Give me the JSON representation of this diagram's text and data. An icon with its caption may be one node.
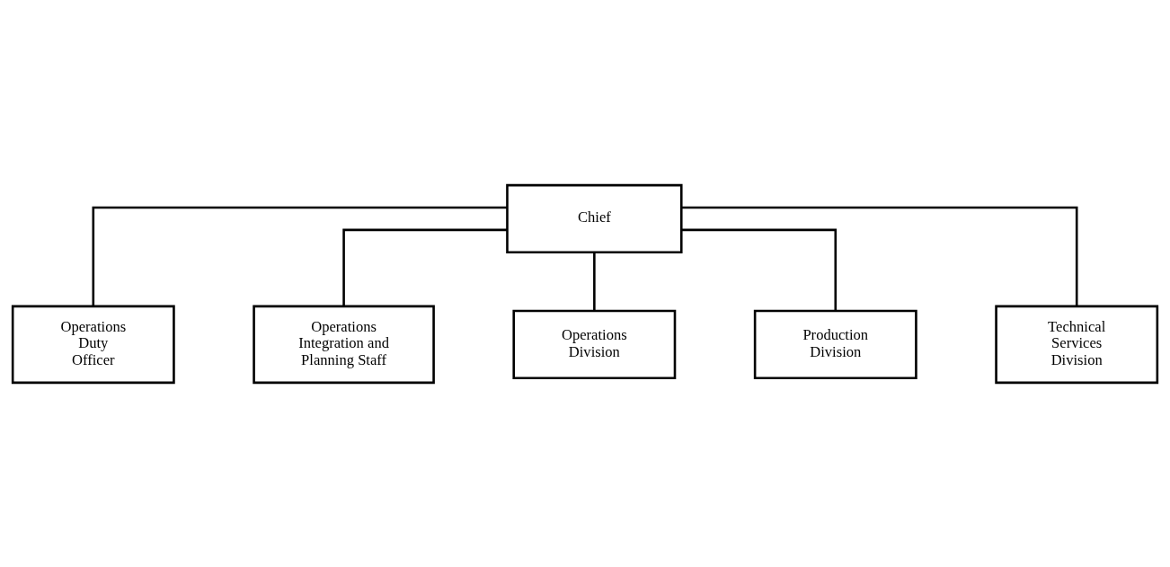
{
  "diagram": {
    "nodes": [
      {
        "text": [
          "Chief"
        ]
      },
      {
        "text": [
          "Operations Duty Officer"
        ]
      },
      {
        "text": [
          "Operations Integration and Planning Staff"
        ]
      },
      {
        "text": [
          "Operations Division"
        ]
      },
      {
        "text": [
          "Production Division"
        ]
      },
      {
        "text": [
          "Technical Services Division"
        ]
      }
    ],
    "edges": [
      {
        "from": 0,
        "to": 1,
        "arrow": "none"
      },
      {
        "from": 0,
        "to": 2,
        "arrow": "none"
      },
      {
        "from": 0,
        "to": 3,
        "arrow": "none"
      },
      {
        "from": 0,
        "to": 4,
        "arrow": "none"
      },
      {
        "from": 0,
        "to": 5,
        "arrow": "none"
      }
    ]
  }
}
